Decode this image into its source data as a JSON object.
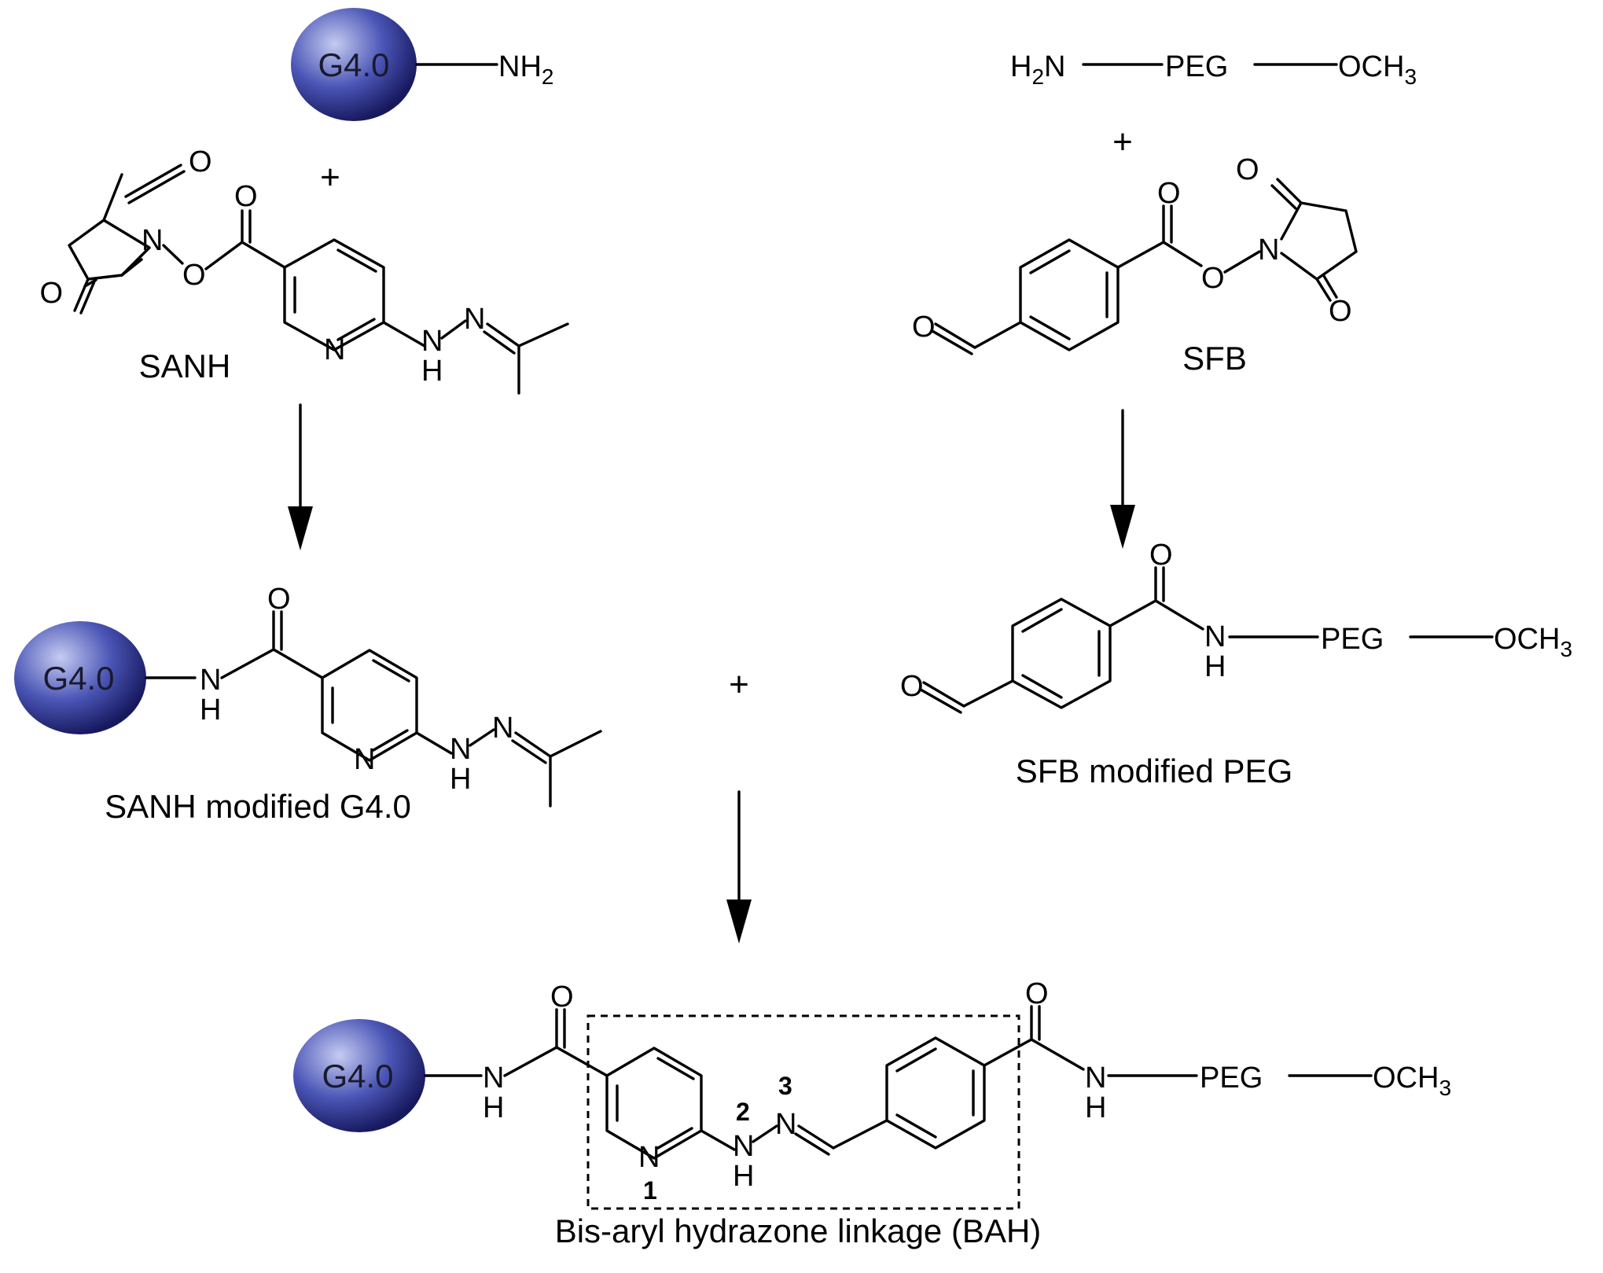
{
  "dendrimer_label": "G4.0",
  "colors": {
    "dendrimer_light": "#c5cbf2",
    "dendrimer_mid": "#4a55b5",
    "dendrimer_dark": "#17195e"
  },
  "atoms": {
    "N": "N",
    "O": "O",
    "H": "H",
    "NH": "NH",
    "H_prefix": "H",
    "sub2": "2",
    "sub3": "3",
    "N_suffix": "N",
    "OCH": "OCH",
    "PEG": "PEG"
  },
  "operators": {
    "plus": "+"
  },
  "labels": {
    "sanh": "SANH",
    "sfb": "SFB",
    "sanh_modified": "SANH modified G4.0",
    "sfb_modified": "SFB modified PEG",
    "bah": "Bis-aryl hydrazone linkage (BAH)"
  },
  "position_numbers": {
    "one": "1",
    "two": "2",
    "three": "3"
  }
}
